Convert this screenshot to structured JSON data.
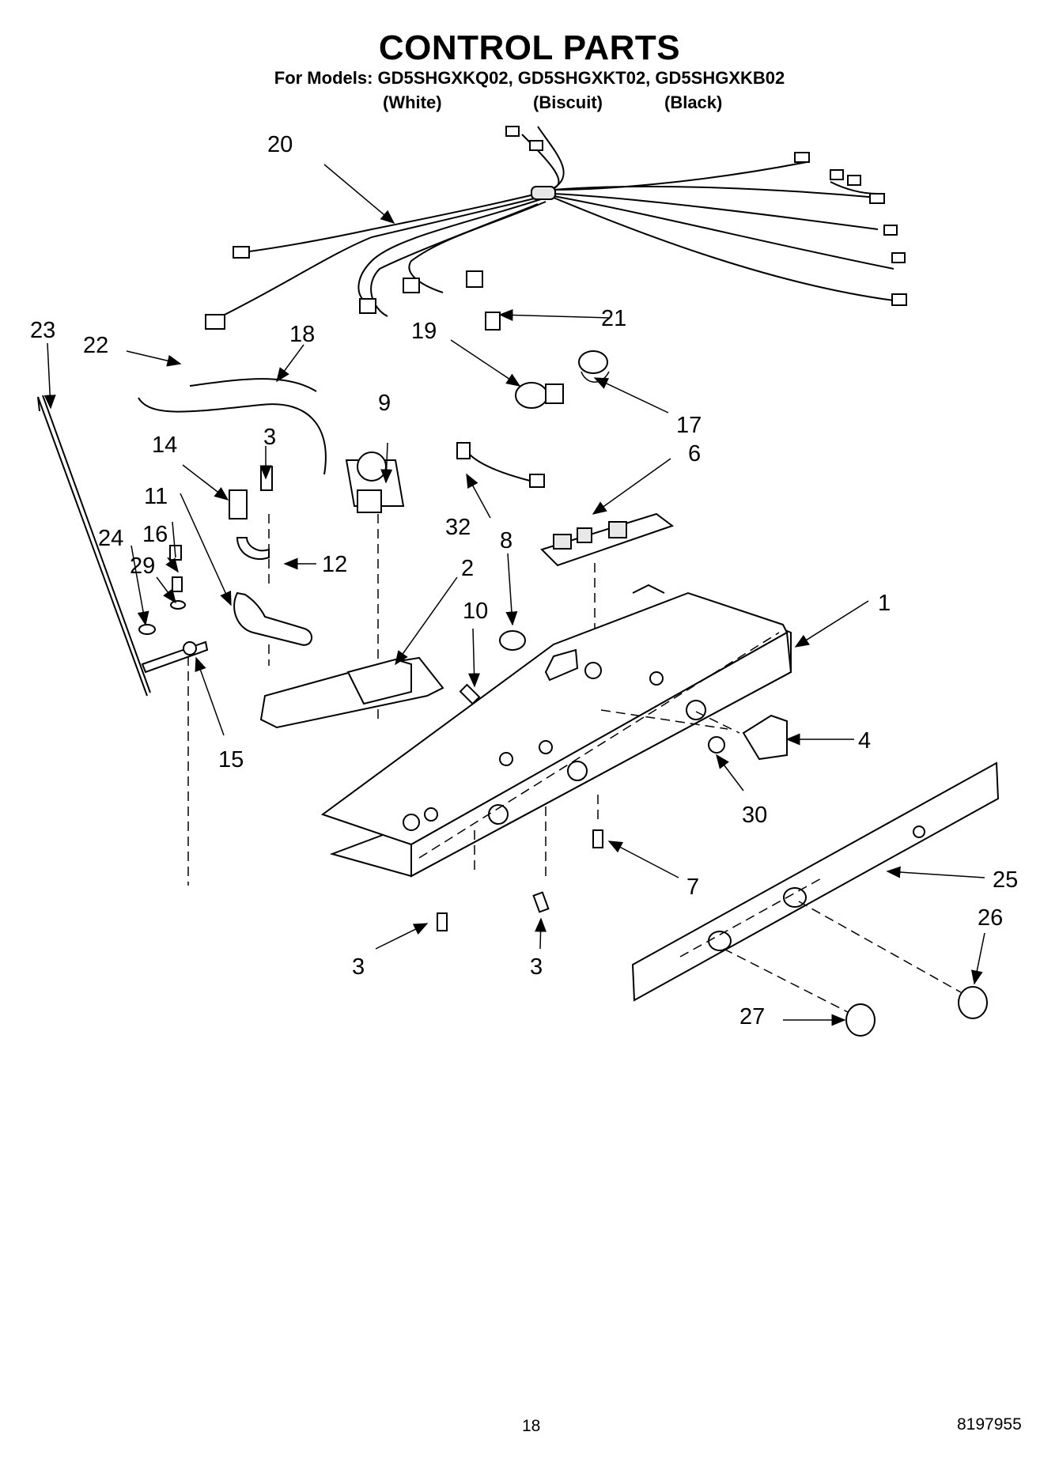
{
  "header": {
    "title": "CONTROL PARTS",
    "models_line": "For Models: GD5SHGXKQ02, GD5SHGXKT02, GD5SHGXKB02",
    "variants": [
      "(White)",
      "(Biscuit)",
      "(Black)"
    ]
  },
  "callouts": {
    "c1": "1",
    "c2": "2",
    "c3a": "3",
    "c3b": "3",
    "c3c": "3",
    "c4": "4",
    "c6": "6",
    "c7": "7",
    "c8": "8",
    "c9": "9",
    "c10": "10",
    "c11": "11",
    "c12": "12",
    "c14": "14",
    "c15": "15",
    "c16": "16",
    "c17": "17",
    "c18": "18",
    "c19": "19",
    "c20": "20",
    "c21": "21",
    "c22": "22",
    "c23": "23",
    "c24": "24",
    "c25": "25",
    "c26": "26",
    "c27": "27",
    "c29": "29",
    "c30": "30",
    "c32": "32"
  },
  "footer": {
    "page_number": "18",
    "doc_number": "8197955"
  }
}
